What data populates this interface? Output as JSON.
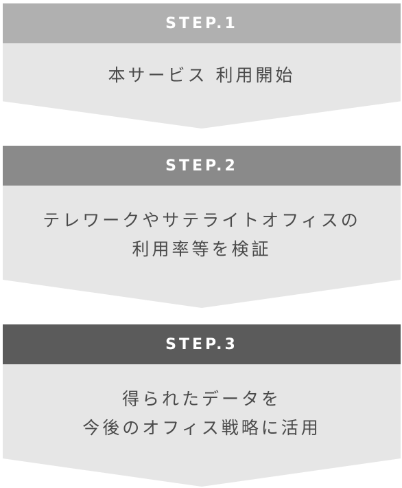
{
  "steps": [
    {
      "label": "STEP.1",
      "text": "本サービス 利用開始",
      "header_color": "#b0b0b0"
    },
    {
      "label": "STEP.2",
      "text": "テレワークやサテライトオフィスの\n利用率等を検証",
      "header_color": "#8a8a8a"
    },
    {
      "label": "STEP.3",
      "text": "得られたデータを\n今後のオフィス戦略に活用",
      "header_color": "#5b5b5b"
    }
  ],
  "colors": {
    "body_background": "#e6e6e6",
    "text": "#4a4a4a",
    "header_text": "#ffffff"
  }
}
